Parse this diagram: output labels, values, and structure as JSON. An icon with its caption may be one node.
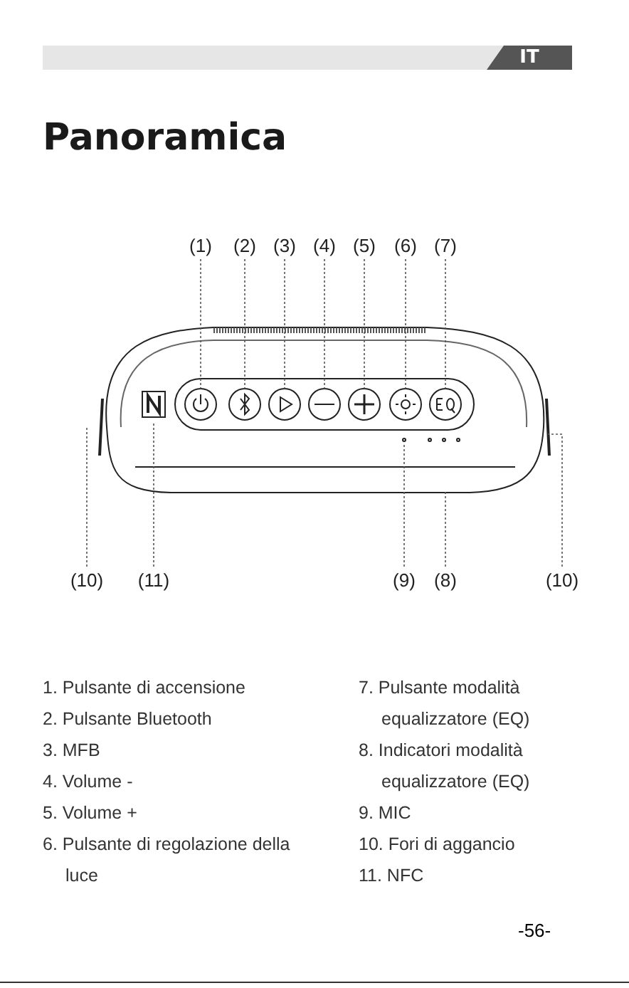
{
  "diagram": {
    "title": "Panoramica",
    "nodes": [
      {
        "text": [
          "(1)"
        ]
      },
      {
        "text": [
          "(2)"
        ]
      },
      {
        "text": [
          "(3)"
        ]
      },
      {
        "text": [
          "(4)"
        ]
      },
      {
        "text": [
          "(5)"
        ]
      },
      {
        "text": [
          "(6)"
        ]
      },
      {
        "text": [
          "(7)"
        ]
      },
      {
        "text": [
          "(10)"
        ]
      },
      {
        "text": [
          "(11)"
        ]
      },
      {
        "text": [
          "(9)"
        ]
      },
      {
        "text": [
          "(8)"
        ]
      },
      {
        "text": [
          "(10)"
        ]
      },
      {
        "text": [],
        "shape": "picture"
      }
    ],
    "edges": [
      {
        "from": 0,
        "to": 12,
        "arrow": "none",
        "style": "dashed"
      },
      {
        "from": 1,
        "to": 12,
        "arrow": "none",
        "style": "dashed"
      },
      {
        "from": 2,
        "to": 12,
        "arrow": "none",
        "style": "dashed"
      },
      {
        "from": 3,
        "to": 12,
        "arrow": "none",
        "style": "dashed"
      },
      {
        "from": 4,
        "to": 12,
        "arrow": "none",
        "style": "dashed"
      },
      {
        "from": 5,
        "to": 12,
        "arrow": "none",
        "style": "dashed"
      },
      {
        "from": 6,
        "to": 12,
        "arrow": "none",
        "style": "dashed"
      },
      {
        "from": 7,
        "to": 12,
        "arrow": "none",
        "style": "dashed"
      },
      {
        "from": 8,
        "to": 12,
        "arrow": "none",
        "style": "dashed"
      },
      {
        "from": 9,
        "to": 12,
        "arrow": "none",
        "style": "dashed"
      },
      {
        "from": 10,
        "to": 12,
        "arrow": "none",
        "style": "dashed"
      },
      {
        "from": 11,
        "to": 12,
        "arrow": "none",
        "style": "dashed"
      }
    ],
    "labels": [
      "IT",
      "1. Pulsante di accensione",
      "2. Pulsante Bluetooth",
      "3. MFB",
      "4. Volume -",
      "5. Volume +",
      "6. Pulsante di regolazione della luce",
      "7. Pulsante modalità equalizzatore (EQ)",
      "8. Indicatori modalità equalizzatore (EQ)",
      "9. MIC",
      "10. Fori di aggancio",
      "11. NFC",
      "-56-"
    ]
  }
}
